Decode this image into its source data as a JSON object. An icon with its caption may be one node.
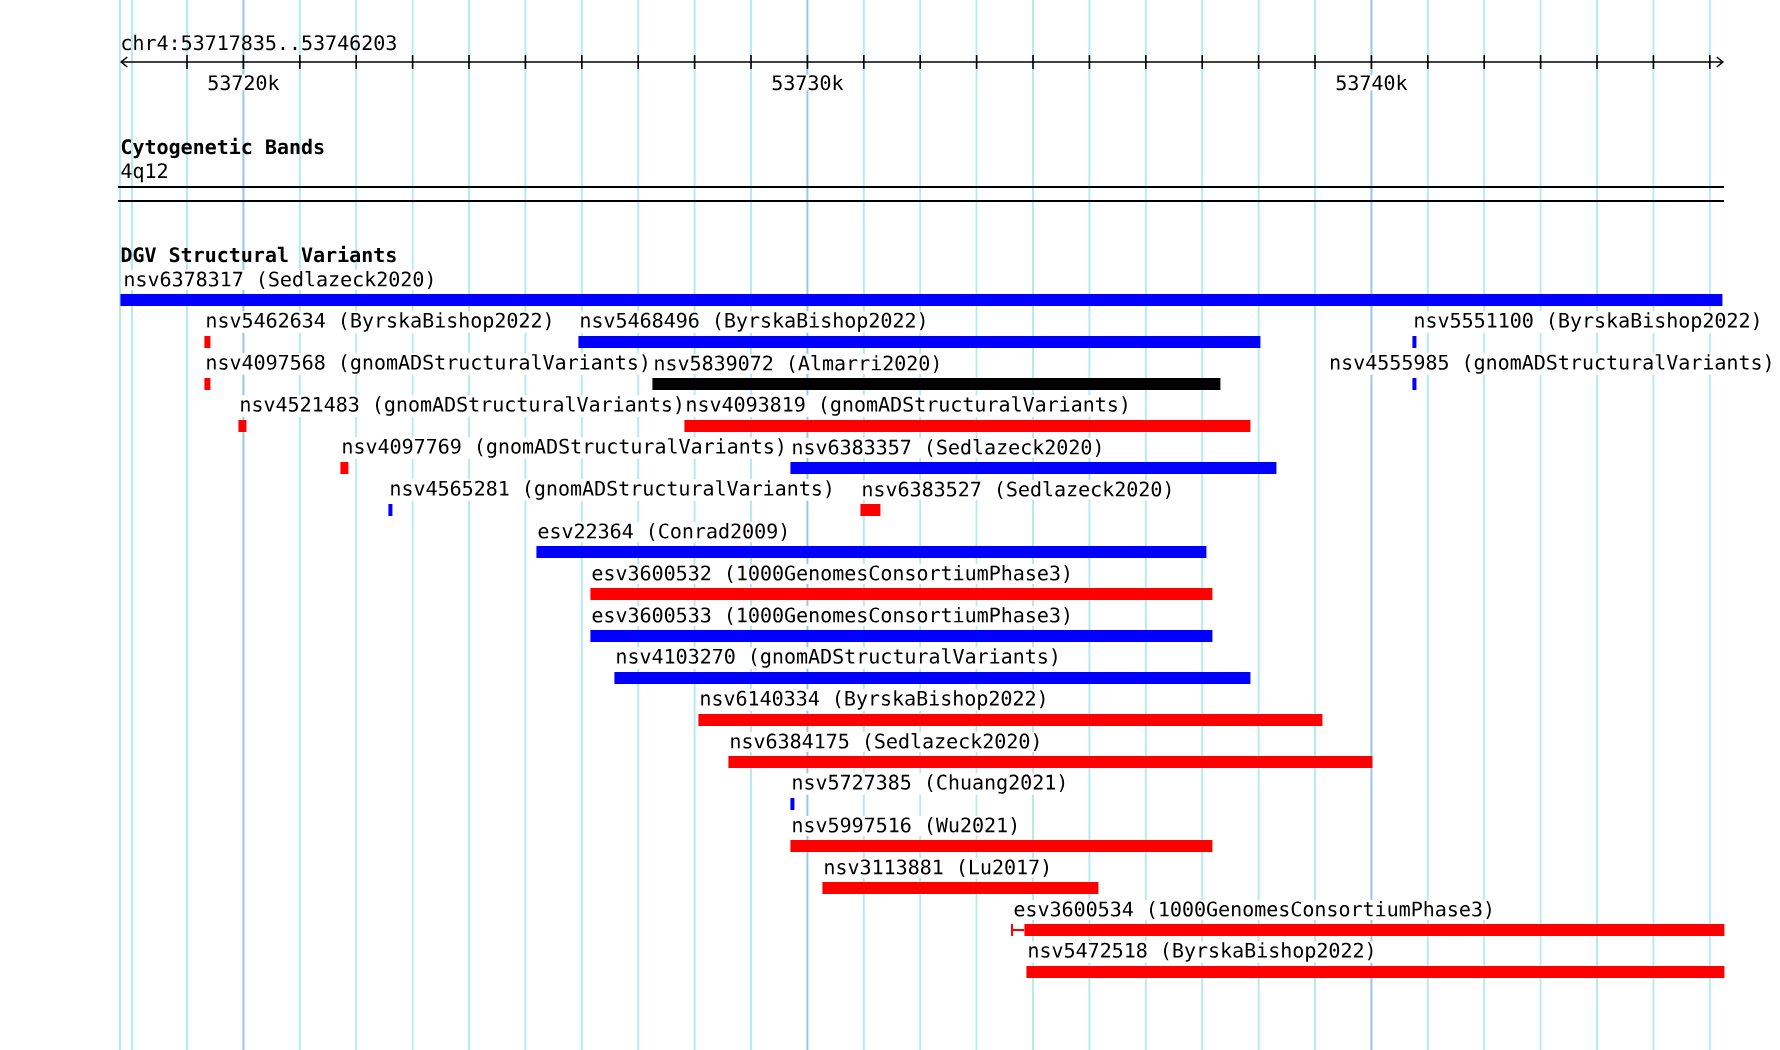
{
  "diagram": {
    "nodes": [
      {
        "text": [
          "nsv6378317 (Sedlazeck2020)"
        ]
      },
      {
        "text": [
          "nsv5462634 (ByrskaBishop2022)"
        ]
      },
      {
        "text": [
          "nsv5468496 (ByrskaBishop2022)"
        ]
      },
      {
        "text": [
          "nsv5551100 (ByrskaBishop2022)"
        ]
      },
      {
        "text": [
          "nsv4097568 (gnomADStructuralVariants)"
        ]
      },
      {
        "text": [
          "nsv5839072 (Almarri2020)"
        ]
      },
      {
        "text": [
          "nsv4555985 (gnomADStructuralVariants)"
        ]
      },
      {
        "text": [
          "nsv4521483 (gnomADStructuralVariants)"
        ]
      },
      {
        "text": [
          "nsv4093819 (gnomADStructuralVariants)"
        ]
      },
      {
        "text": [
          "nsv4097769 (gnomADStructuralVariants)"
        ]
      },
      {
        "text": [
          "nsv6383357 (Sedlazeck2020)"
        ]
      },
      {
        "text": [
          "nsv4565281 (gnomADStructuralVariants)"
        ]
      },
      {
        "text": [
          "nsv6383527 (Sedlazeck2020)"
        ]
      },
      {
        "text": [
          "esv22364 (Conrad2009)"
        ]
      },
      {
        "text": [
          "esv3600532 (1000GenomesConsortiumPhase3)"
        ]
      },
      {
        "text": [
          "esv3600533 (1000GenomesConsortiumPhase3)"
        ]
      },
      {
        "text": [
          "nsv4103270 (gnomADStructuralVariants)"
        ]
      },
      {
        "text": [
          "nsv6140334 (ByrskaBishop2022)"
        ]
      },
      {
        "text": [
          "nsv6384175 (Sedlazeck2020)"
        ]
      },
      {
        "text": [
          "nsv5727385 (Chuang2021)"
        ]
      },
      {
        "text": [
          "nsv5997516 (Wu2021)"
        ]
      },
      {
        "text": [
          "nsv3113881 (Lu2017)"
        ]
      },
      {
        "text": [
          "esv3600534 (1000GenomesConsortiumPhase3)"
        ]
      },
      {
        "text": [
          "nsv5472518 (ByrskaBishop2022)"
        ]
      }
    ],
    "labels": [
      "chr4:53717835..53746203",
      "53720k",
      "53730k",
      "53740k",
      "Cytogenetic Bands",
      "4q12",
      "DGV Structural Variants"
    ]
  }
}
